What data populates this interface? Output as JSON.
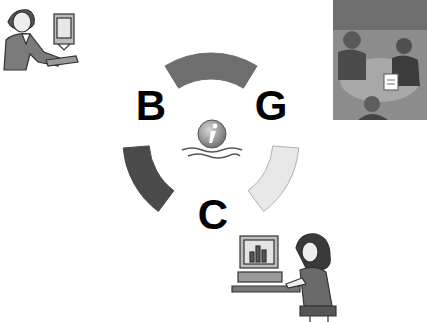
{
  "diagram": {
    "labels": [
      "B",
      "G",
      "C"
    ]
  }
}
